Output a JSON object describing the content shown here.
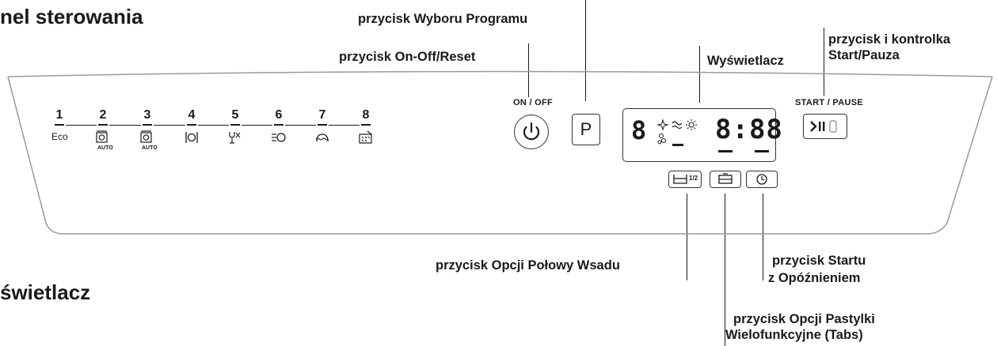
{
  "headings": {
    "panel_title": "nel sterowania",
    "display_title": "świetlacz"
  },
  "callouts": {
    "program_button": "przycisk Wyboru Programu",
    "onoff_button": "przycisk On-Off/Reset",
    "display": "Wyświetlacz",
    "start_pause_line1": "przycisk i kontrolka",
    "start_pause_line2": "Start/Pauza",
    "half_load": "przycisk Opcji Połowy Wsadu",
    "delay_start_line1": "przycisk Startu",
    "delay_start_line2": "z Opóźnieniem",
    "tabs_line1": "przycisk Opcji Pastylki",
    "tabs_line2": "Wielofunkcyjne (Tabs)"
  },
  "panel": {
    "onoff_label": "ON / OFF",
    "program_button_label": "P",
    "start_pause_label": "START / PAUSE",
    "half_load_mark": "1/2",
    "display_digit_left": "8",
    "display_time": "8:88"
  },
  "programs": [
    {
      "number": "1",
      "label": "Eco",
      "icon": "eco-text",
      "auto": ""
    },
    {
      "number": "2",
      "label": "",
      "icon": "auto-wash-icon",
      "auto": "AUTO"
    },
    {
      "number": "3",
      "label": "",
      "icon": "auto-wash-icon",
      "auto": "AUTO"
    },
    {
      "number": "4",
      "label": "",
      "icon": "dishes-icon",
      "auto": ""
    },
    {
      "number": "5",
      "label": "",
      "icon": "glasses-icon",
      "auto": ""
    },
    {
      "number": "6",
      "label": "",
      "icon": "quick-wash-icon",
      "auto": ""
    },
    {
      "number": "7",
      "label": "",
      "icon": "soak-icon",
      "auto": ""
    },
    {
      "number": "8",
      "label": "",
      "icon": "prewash-icon",
      "auto": ""
    }
  ]
}
